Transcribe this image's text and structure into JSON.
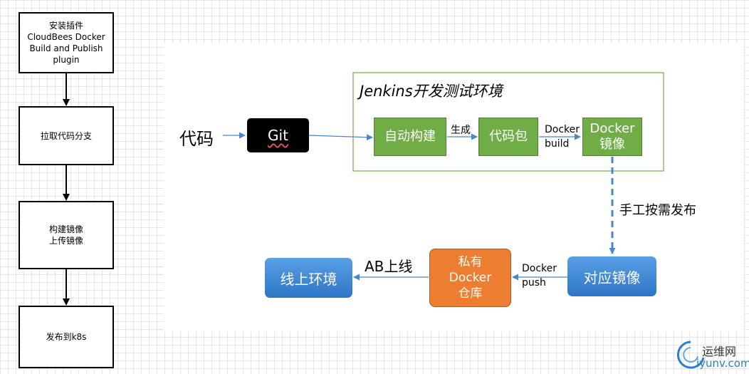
{
  "flowchart": [
    "安装插件\nCloudBees Docker\nBuild and Publish\nplugin",
    "拉取代码分支",
    "构建镜像\n上传镜像",
    "发布到k8s"
  ],
  "jenkins_env_title": "Jenkins开发测试环境",
  "source_label": "代码",
  "git_label": "Git",
  "build_label": "自动构建",
  "generate_label": "生成",
  "package_label": "代码包",
  "docker_build_label": "Docker\nbuild",
  "docker_image_label": "Docker\n镜像",
  "manual_release_label": "手工按需发布",
  "target_image_label": "对应镜像",
  "docker_push_label": "Docker\npush",
  "private_repo_label": "私有\nDocker\n仓库",
  "ab_label": "AB上线",
  "online_env_label": "线上环境",
  "watermark": {
    "cn": "运维网",
    "url": "iyunv.com"
  }
}
